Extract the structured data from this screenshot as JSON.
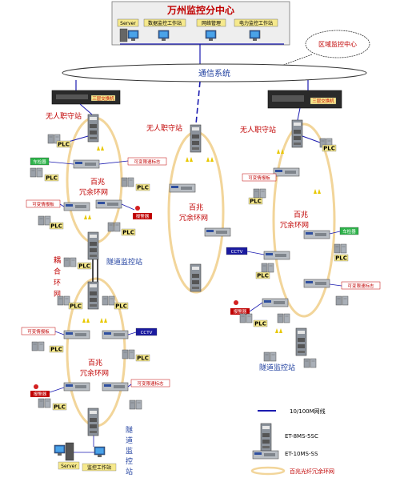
{
  "center": {
    "title": "万州监控分中心",
    "server": "Server",
    "stations": [
      "数据监控工作站",
      "网络管理",
      "电力监控工作站"
    ]
  },
  "region_cloud": "区域监控中心",
  "comm_system": "通信系统",
  "l3_switch": "三层交换机",
  "unmanned_station": "无人职守站",
  "tunnel_station": "隧道监控站",
  "tunnel_station_vertical": [
    "隧",
    "道",
    "监",
    "控",
    "站"
  ],
  "ring_label": [
    "百兆",
    "冗余环网"
  ],
  "coupling_ring": [
    "耦",
    "合",
    "环",
    "网"
  ],
  "plc": "PLC",
  "devices": {
    "vms": "可变情报板",
    "vsl": "可变限速标志",
    "detector": "车检器",
    "alarm": "报警器",
    "cctv": "CCTV",
    "ws": "监控工作站"
  },
  "legend": {
    "line": "10/100M网线",
    "dev1": "ET-8MS-5SC",
    "dev2": "ET-10MS-SS",
    "ring": "百兆光纤冗余环网"
  },
  "colors": {
    "ring": "#f2d59a",
    "line": "#1b1bb0",
    "label_red": "#c00000",
    "label_blue": "#1f3f9f"
  }
}
